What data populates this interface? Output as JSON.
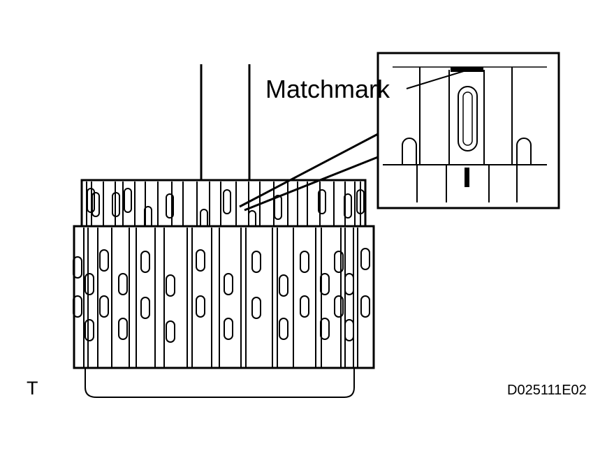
{
  "figure": {
    "callout_label": "Matchmark",
    "dimension_label": "T",
    "drawing_code": "D025111E02",
    "colors": {
      "ink": "#000000",
      "paper": "#ffffff"
    }
  }
}
